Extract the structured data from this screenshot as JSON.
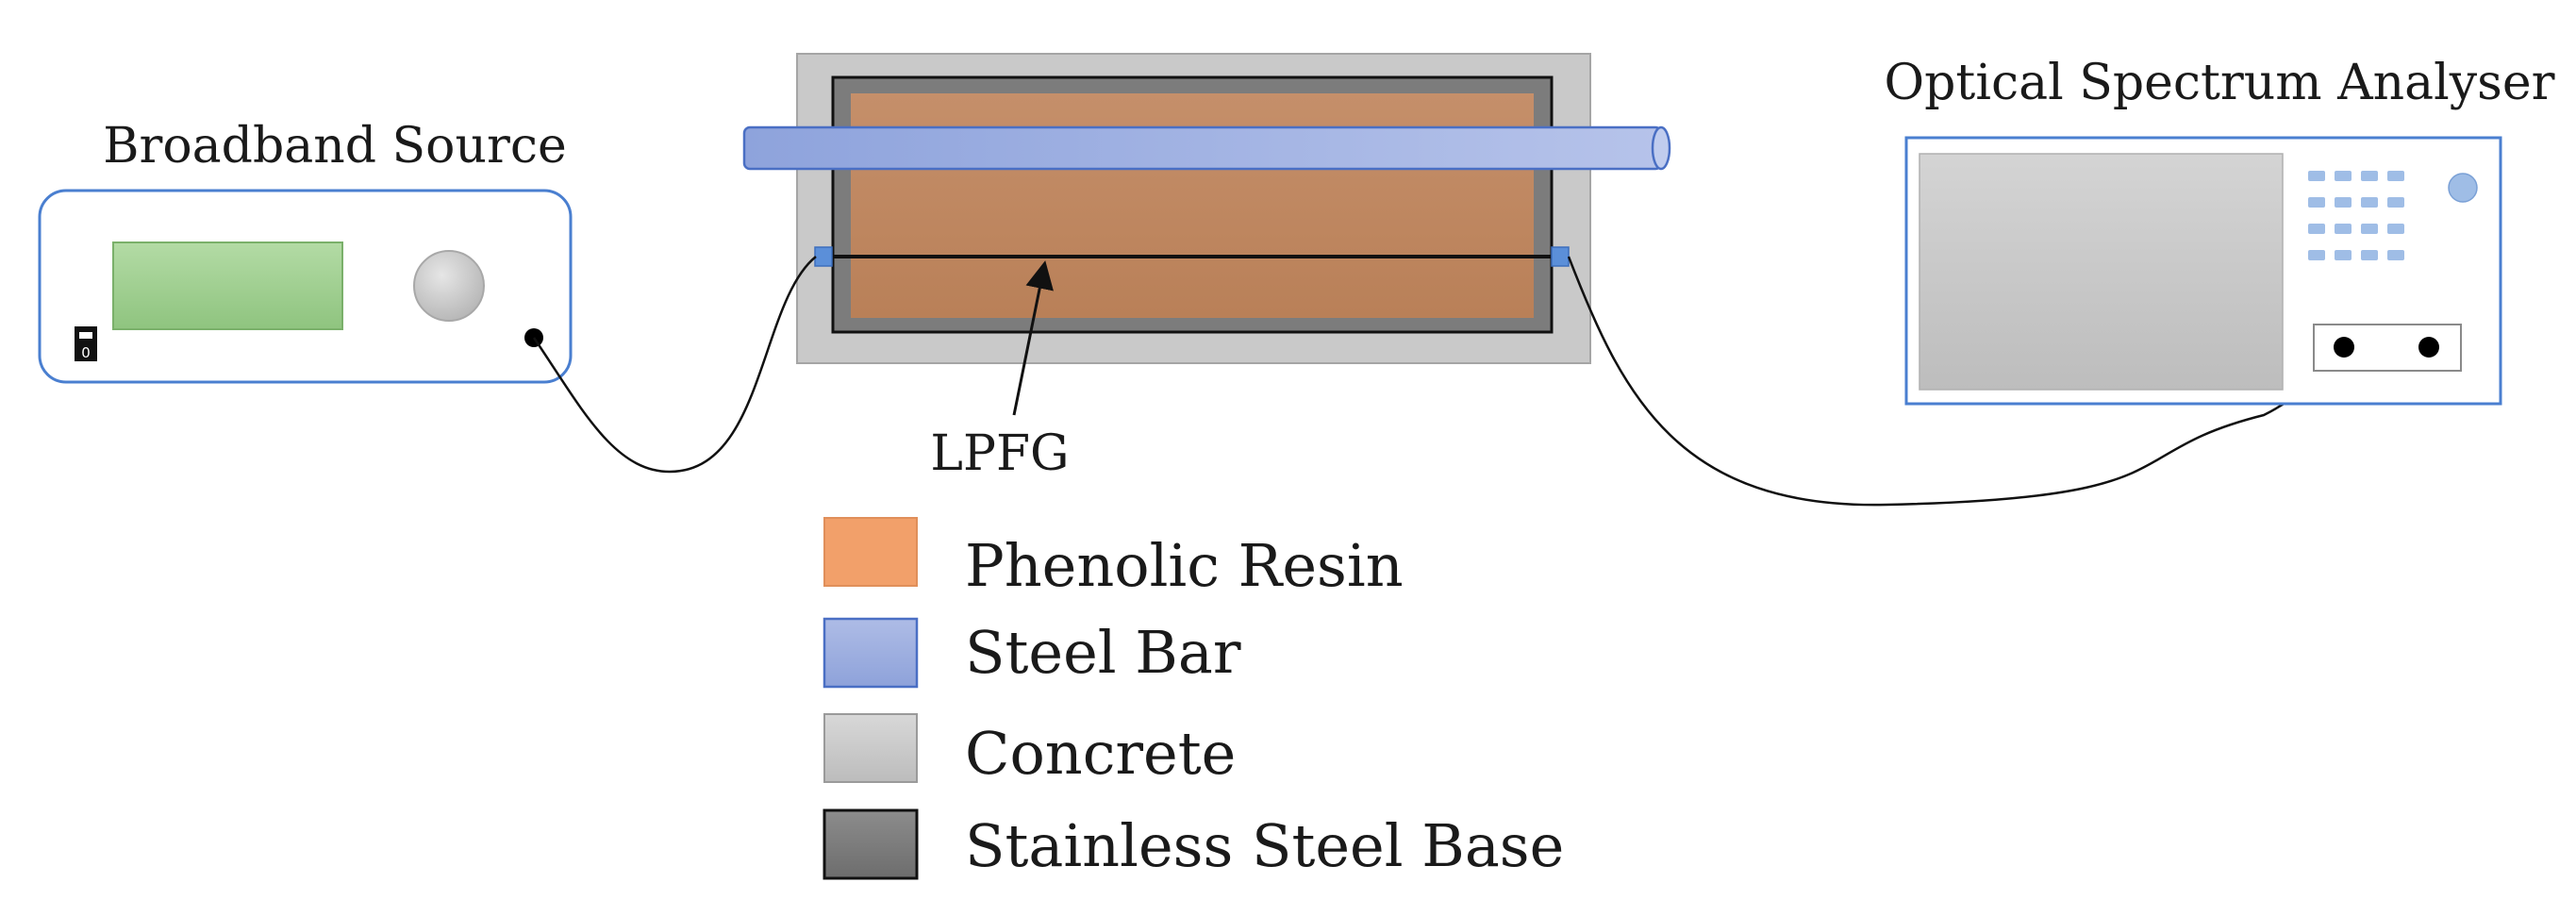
{
  "labels": {
    "broadband_source": "Broadband Source",
    "optical_spectrum_analyser": "Optical Spectrum Analyser",
    "lpfg": "LPFG",
    "power_switch": "0"
  },
  "legend": [
    {
      "label": "Phenolic Resin",
      "color": "#f2a06a",
      "border": "#d98a55"
    },
    {
      "label": "Steel Bar",
      "color": "#9fb0e0",
      "border": "#4a6fc4"
    },
    {
      "label": "Concrete",
      "color": "#cbcbcb",
      "border": "#9a9a9a"
    },
    {
      "label": "Stainless Steel Base",
      "color": "#7e7e7e",
      "border": "#1a1a1a"
    }
  ],
  "colors": {
    "resin": "#c18a63",
    "steel_bar": "#9aaede",
    "concrete": "#c9c9c9",
    "steel_base": "#7a7a7a",
    "source_display": "#9ccf8c",
    "device_outline": "#4a7fd0",
    "connector": "#5b8fd9"
  }
}
